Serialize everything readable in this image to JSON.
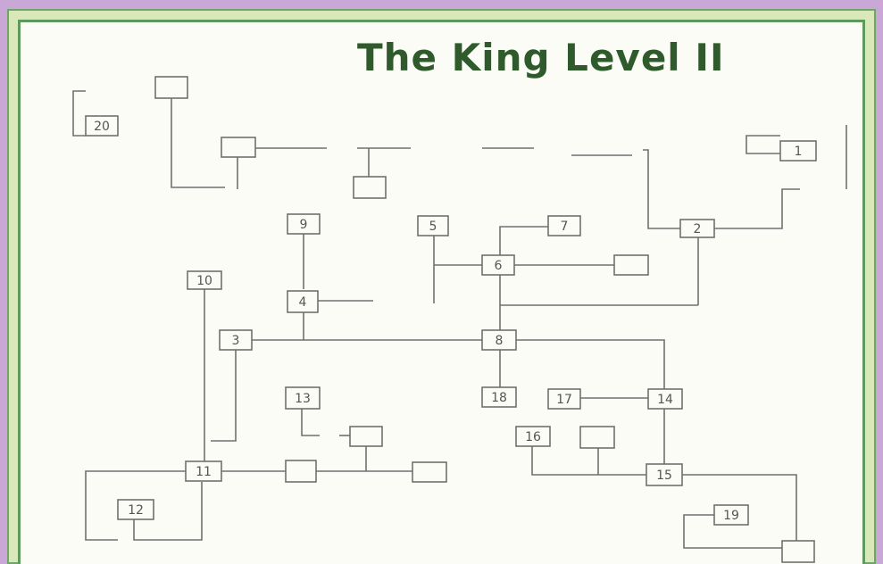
{
  "title": "The King Level II",
  "rooms": [
    {
      "id": "room-1",
      "label": "1"
    },
    {
      "id": "room-2",
      "label": "2"
    },
    {
      "id": "room-3",
      "label": "3"
    },
    {
      "id": "room-4",
      "label": "4"
    },
    {
      "id": "room-5",
      "label": "5"
    },
    {
      "id": "room-6",
      "label": "6"
    },
    {
      "id": "room-7",
      "label": "7"
    },
    {
      "id": "room-8",
      "label": "8"
    },
    {
      "id": "room-9",
      "label": "9"
    },
    {
      "id": "room-10",
      "label": "10"
    },
    {
      "id": "room-11",
      "label": "11"
    },
    {
      "id": "room-12",
      "label": "12"
    },
    {
      "id": "room-13",
      "label": "13"
    },
    {
      "id": "room-14",
      "label": "14"
    },
    {
      "id": "room-15",
      "label": "15"
    },
    {
      "id": "room-16",
      "label": "16"
    },
    {
      "id": "room-17",
      "label": "17"
    },
    {
      "id": "room-18",
      "label": "18"
    },
    {
      "id": "room-19",
      "label": "19"
    },
    {
      "id": "room-20",
      "label": "20"
    },
    {
      "id": "room-a",
      "label": ""
    },
    {
      "id": "room-b",
      "label": ""
    },
    {
      "id": "room-c",
      "label": ""
    },
    {
      "id": "room-d",
      "label": ""
    },
    {
      "id": "room-e",
      "label": ""
    },
    {
      "id": "room-f",
      "label": ""
    },
    {
      "id": "room-g",
      "label": ""
    },
    {
      "id": "room-h",
      "label": ""
    },
    {
      "id": "room-i",
      "label": ""
    }
  ]
}
